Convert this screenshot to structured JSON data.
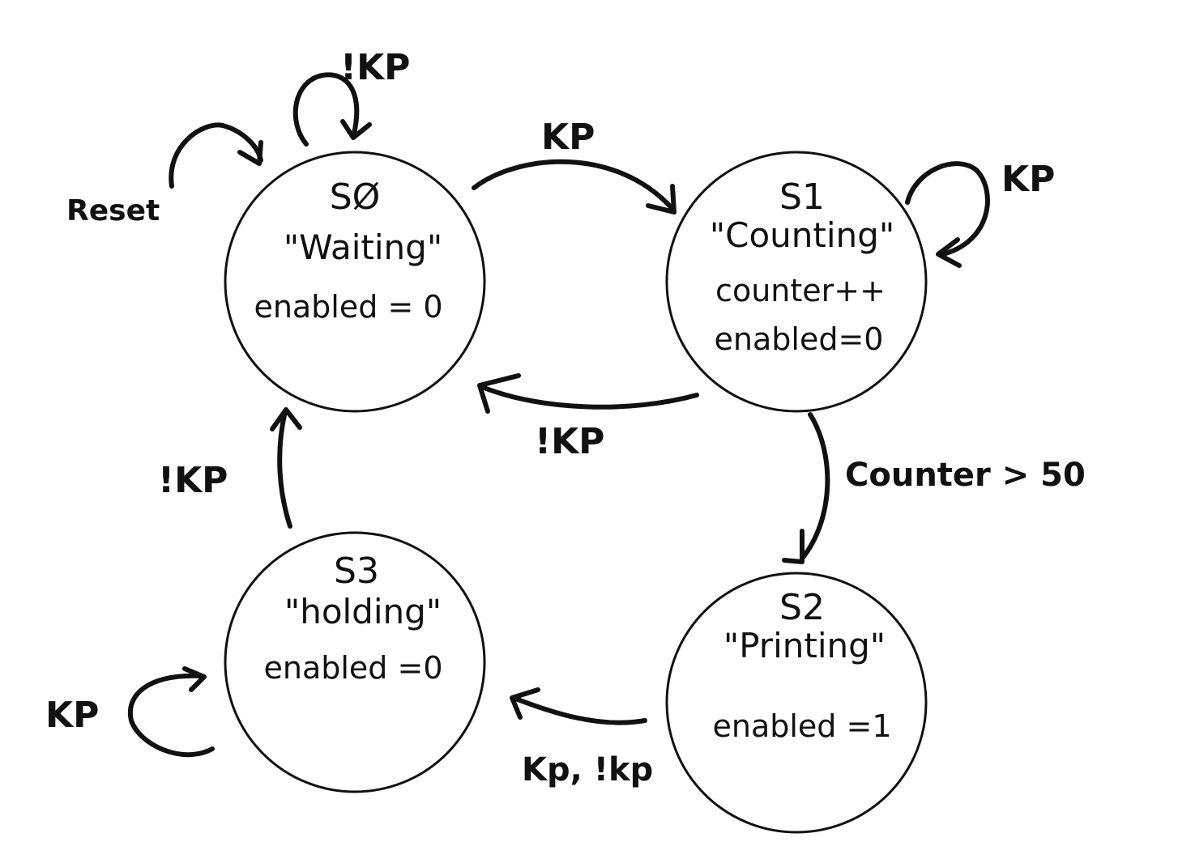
{
  "states": {
    "s0": {
      "id": "SØ",
      "name": "\"Waiting\"",
      "detail_1": "enabled = 0",
      "detail_2": ""
    },
    "s1": {
      "id": "S1",
      "name": "\"Counting\"",
      "detail_1": "counter++",
      "detail_2": "enabled=0"
    },
    "s2": {
      "id": "S2",
      "name": "\"Printing\"",
      "detail_1": "enabled =1",
      "detail_2": ""
    },
    "s3": {
      "id": "S3",
      "name": "\"holding\"",
      "detail_1": "enabled =0",
      "detail_2": ""
    }
  },
  "transitions": {
    "reset": "Reset",
    "s0_self": "!KP",
    "s0_to_s1": "KP",
    "s1_self": "KP",
    "s1_to_s0": "!KP",
    "s1_to_s2": "Counter > 50",
    "s2_to_s3": "Kp, !kp",
    "s3_self": "KP",
    "s3_to_s0": "!KP"
  }
}
